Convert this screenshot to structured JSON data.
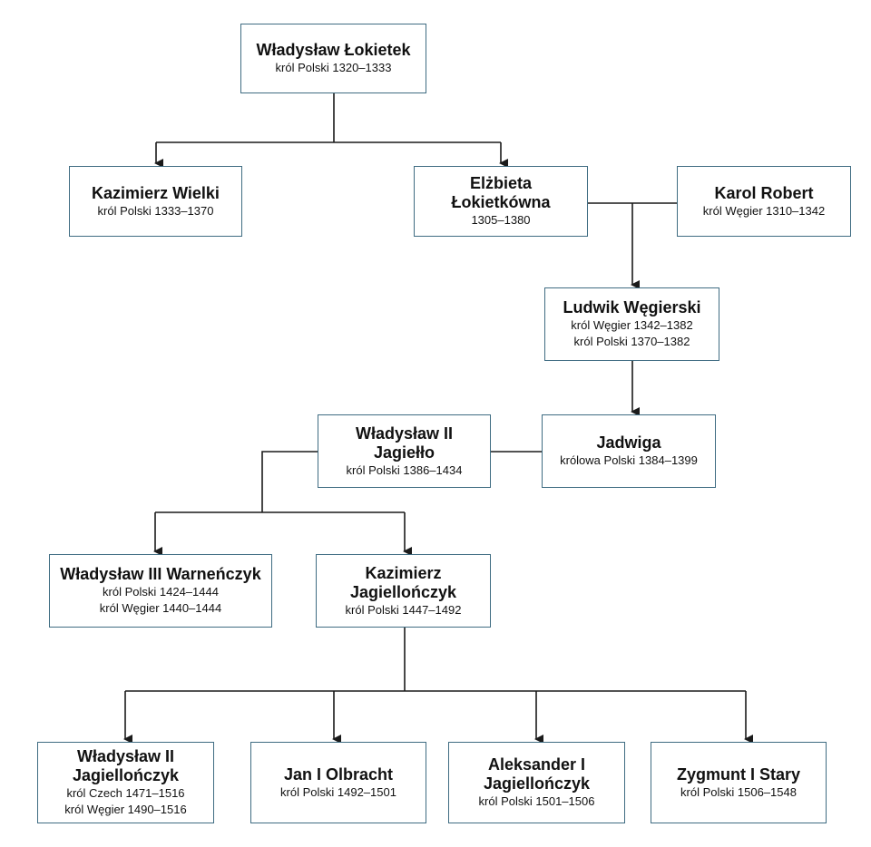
{
  "persons": [
    {
      "name": "Władysław Łokietek",
      "lines": [
        "król Polski 1320–1333"
      ]
    },
    {
      "name": "Kazimierz Wielki",
      "lines": [
        "król Polski 1333–1370"
      ]
    },
    {
      "name": "Elżbieta Łokietkówna",
      "lines": [
        "1305–1380"
      ]
    },
    {
      "name": "Karol Robert",
      "lines": [
        "król Węgier 1310–1342"
      ]
    },
    {
      "name": "Ludwik Węgierski",
      "lines": [
        "król Węgier 1342–1382",
        "król Polski 1370–1382"
      ]
    },
    {
      "name": "Władysław II Jagiełło",
      "lines": [
        "król Polski 1386–1434"
      ]
    },
    {
      "name": "Jadwiga",
      "lines": [
        "królowa Polski 1384–1399"
      ]
    },
    {
      "name": "Władysław III Warneńczyk",
      "lines": [
        "król Polski 1424–1444",
        "król Węgier 1440–1444"
      ]
    },
    {
      "name": "Kazimierz Jagiellończyk",
      "lines": [
        "król Polski 1447–1492"
      ]
    },
    {
      "name": "Władysław II Jagiellończyk",
      "lines": [
        "król Czech 1471–1516",
        "król Węgier 1490–1516"
      ]
    },
    {
      "name": "Jan I Olbracht",
      "lines": [
        "król Polski 1492–1501"
      ]
    },
    {
      "name": "Aleksander I Jagiellończyk",
      "lines": [
        "król Polski 1501–1506"
      ]
    },
    {
      "name": "Zygmunt I Stary",
      "lines": [
        "król Polski 1506–1548"
      ]
    }
  ],
  "colors": {
    "border": "#3f6c82",
    "connector": "#1a1a1a"
  }
}
